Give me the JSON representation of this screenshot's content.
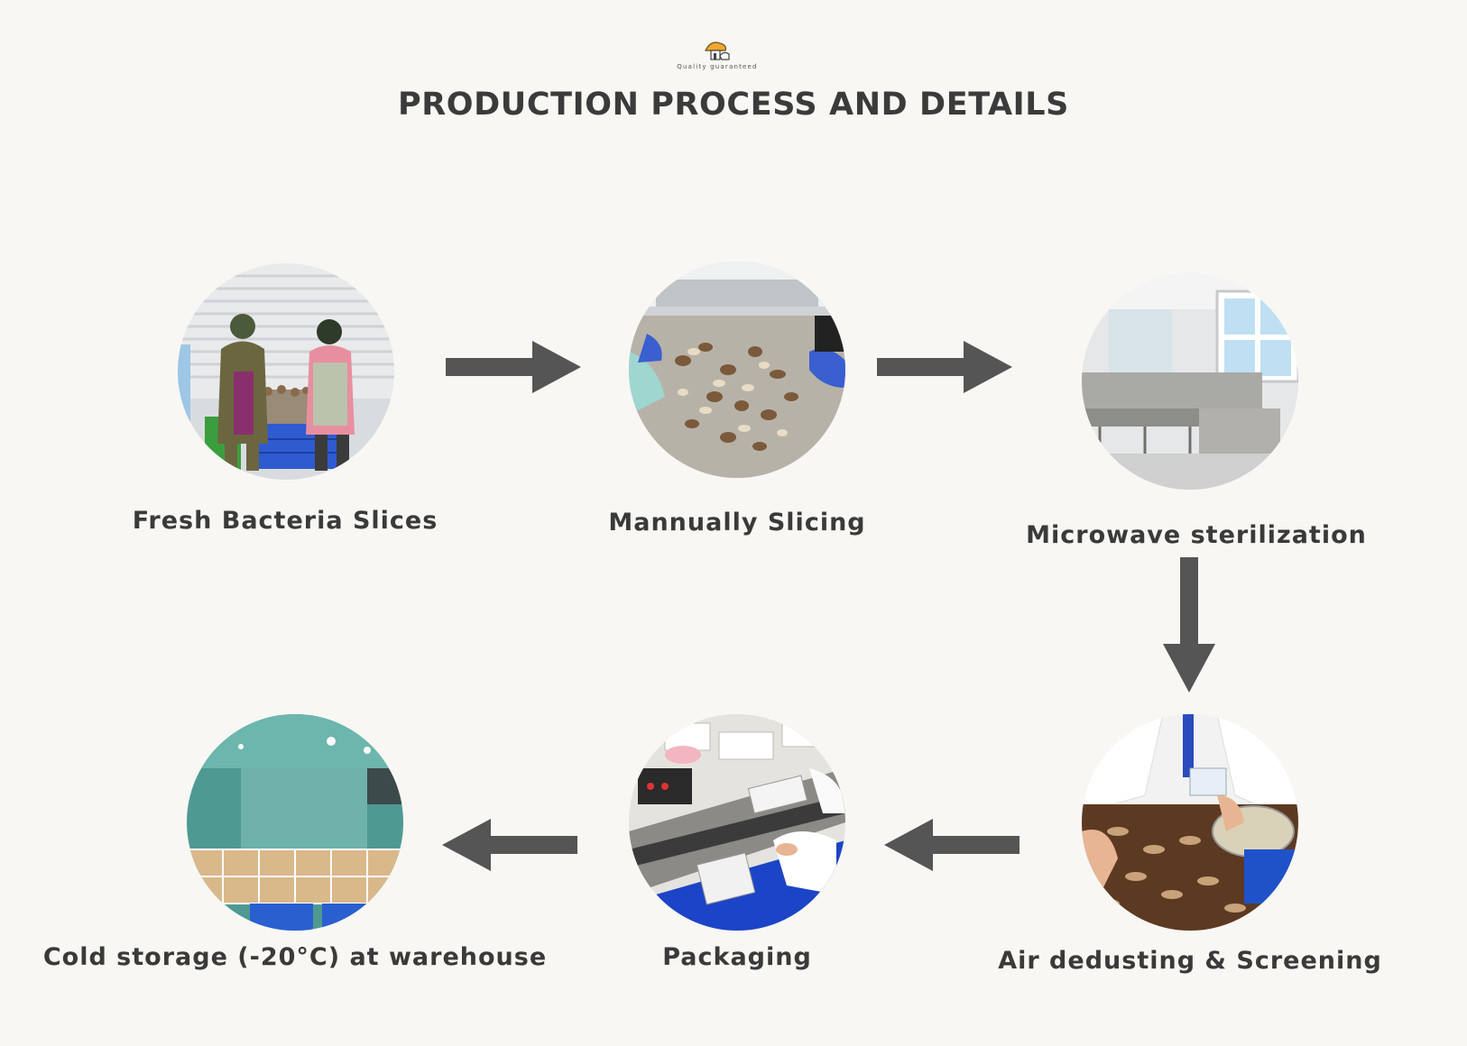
{
  "header": {
    "logo_icon": "mushroom-house-icon",
    "logo_tagline": "Quality guaranteed",
    "title": "PRODUCTION PROCESS AND DETAILS"
  },
  "colors": {
    "background": "#f8f7f4",
    "arrow": "#555555",
    "text": "#3a3a3a"
  },
  "steps": [
    {
      "label": "Fresh Bacteria Slices",
      "image": "workers-sorting-mushrooms-photo"
    },
    {
      "label": "Mannually Slicing",
      "image": "hands-slicing-mushrooms-photo"
    },
    {
      "label": "Microwave sterilization",
      "image": "microwave-sterilization-machine-photo"
    },
    {
      "label": "Air dedusting & Screening",
      "image": "hands-screening-dried-mushrooms-photo"
    },
    {
      "label": "Packaging",
      "image": "packaging-line-photo"
    },
    {
      "label": "Cold storage (-20°C)  at warehouse",
      "image": "cold-storage-boxes-photo"
    }
  ],
  "flow": [
    "right",
    "right",
    "down",
    "left",
    "left"
  ]
}
